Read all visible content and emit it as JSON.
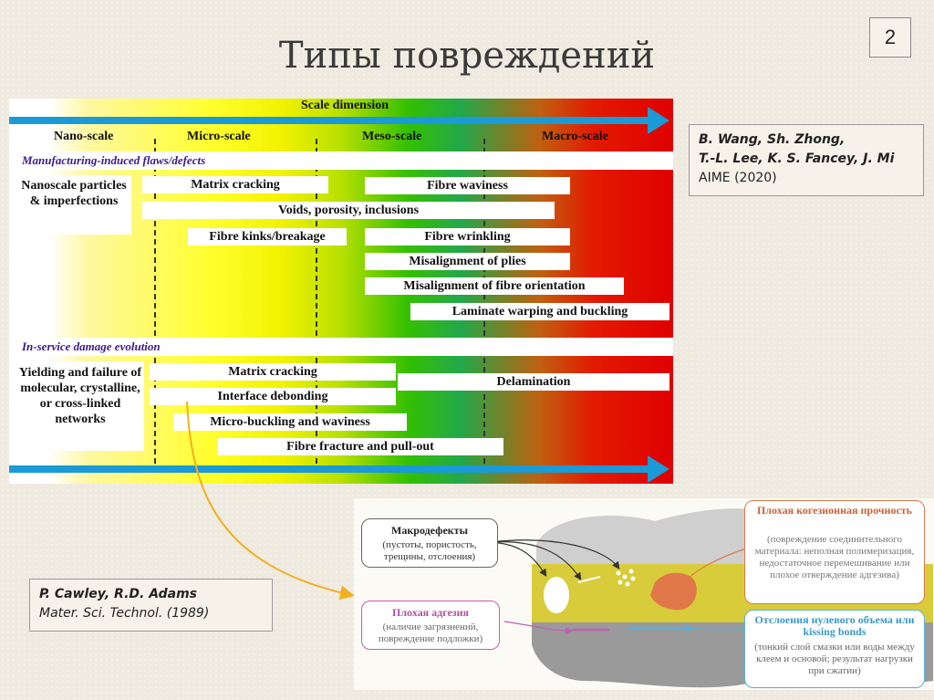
{
  "page": {
    "title": "Типы повреждений",
    "page_number": "2"
  },
  "chart": {
    "scale_dimension": "Scale dimension",
    "scales": [
      "Nano-scale",
      "Micro-scale",
      "Meso-scale",
      "Macro-scale"
    ],
    "manufacturing_header": "Manufacturing-induced flaws/defects",
    "manufacturing_side": "Nanoscale particles & imperfections",
    "manufacturing_items": [
      "Matrix cracking",
      "Fibre waviness",
      "Voids, porosity, inclusions",
      "Fibre kinks/breakage",
      "Fibre wrinkling",
      "Misalignment of plies",
      "Misalignment of fibre orientation",
      "Laminate warping and buckling"
    ],
    "service_header": "In-service damage evolution",
    "service_side": "Yielding and failure of molecular, crystalline, or cross-linked networks",
    "service_items": [
      "Matrix cracking",
      "Delamination",
      "Interface debonding",
      "Micro-buckling and waviness",
      "Fibre fracture and pull-out"
    ]
  },
  "ref1": {
    "authors_line1": "B. Wang, Sh. Zhong,",
    "authors_line2": "T.-L. Lee, K. S. Fancey, J. Mi",
    "journal": "AIME (2020)"
  },
  "ref2": {
    "authors": "P. Cawley, R.D. Adams",
    "journal": "Mater. Sci. Technol. (1989)"
  },
  "diagram": {
    "macro_title": "Макродефекты",
    "macro_desc": "(пустоты, пористость, трещины, отслоения)",
    "adhesion_title": "Плохая адгезия",
    "adhesion_desc": "(наличие загрязнений, повреждение подложки)",
    "cohesive_title": "Плохая когезионная прочность",
    "cohesive_desc": "(повреждение соединительного материала: неполная полимеризация, недостаточное перемешивание или плохое отверждение адгезива)",
    "kissing_title": "Отслоения нулевого объема или kissing bonds",
    "kissing_desc": "(тонкий слой смазки или воды между клеем и основой; результат нагрузки при сжатии)"
  },
  "colors": {
    "arrow": "#1a9ad6",
    "connector": "#f0b020",
    "adhesive_layer": "#d8cc3a",
    "substrate": "#9a9a9a",
    "cohesive_accent": "#e0784a",
    "adhesion_accent": "#c060b0",
    "kissing_accent": "#5ab0d8"
  }
}
